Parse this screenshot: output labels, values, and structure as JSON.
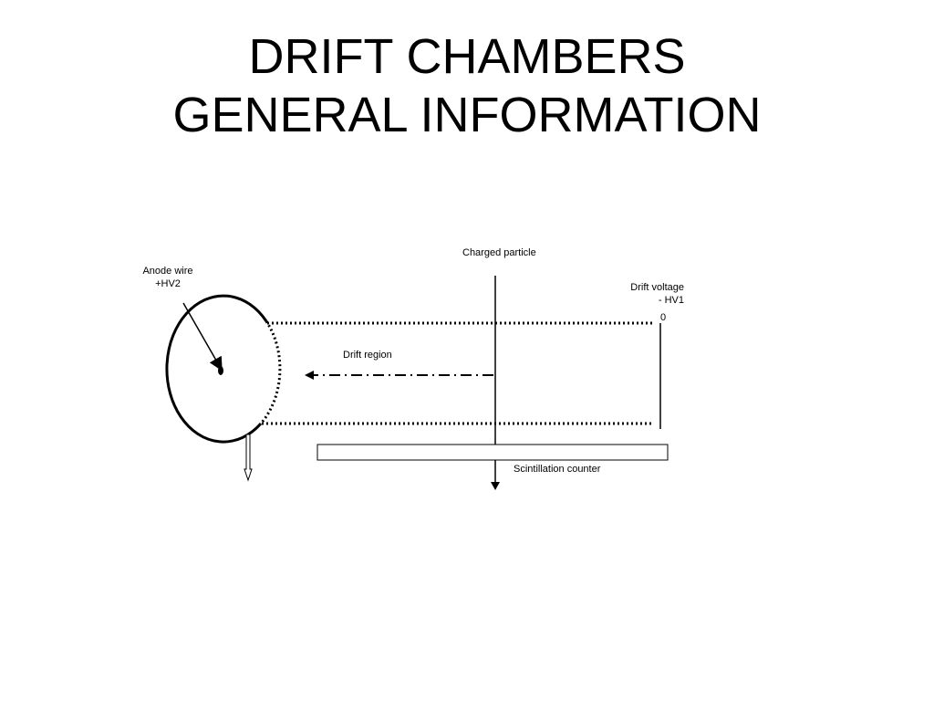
{
  "title": {
    "line1": "DRIFT CHAMBERS",
    "line2": "GENERAL INFORMATION"
  },
  "labels": {
    "charged_particle": "Charged particle",
    "anode_wire_line1": "Anode wire",
    "anode_wire_line2": "+HV2",
    "drift_voltage_line1": "Drift voltage",
    "drift_voltage_line2": "- HV1",
    "zero": "0",
    "drift_region": "Drift region",
    "scintillation_counter": "Scintillation counter"
  },
  "colors": {
    "line": "#000000",
    "background": "#ffffff"
  }
}
